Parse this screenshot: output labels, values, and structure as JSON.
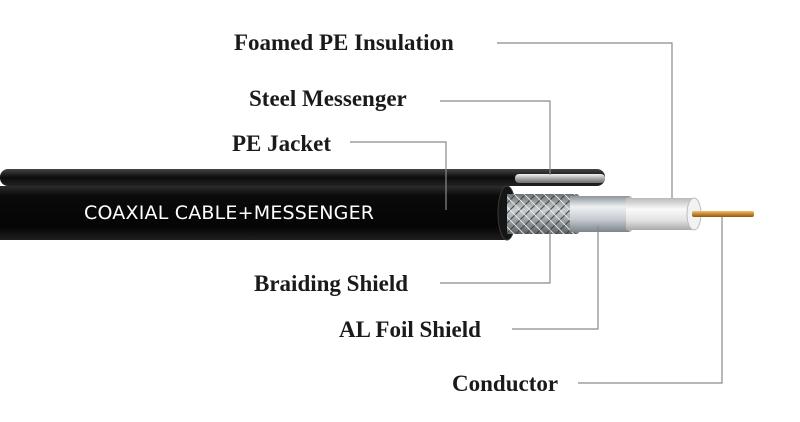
{
  "labels": {
    "foamed_pe_insulation": "Foamed PE Insulation",
    "steel_messenger": "Steel Messenger",
    "pe_jacket": "PE Jacket",
    "braiding_shield": "Braiding Shield",
    "al_foil_shield": "AL Foil Shield",
    "conductor": "Conductor"
  },
  "cable_text": "COAXIAL CABLE+MESSENGER",
  "colors": {
    "jacket": "#0b0b0b",
    "insulation": "#e4e4e4",
    "foil": "#c9cfd4",
    "braid": "#9ea3a6",
    "conductor": "#c8892e",
    "leader_line": "#8a8a8a"
  }
}
